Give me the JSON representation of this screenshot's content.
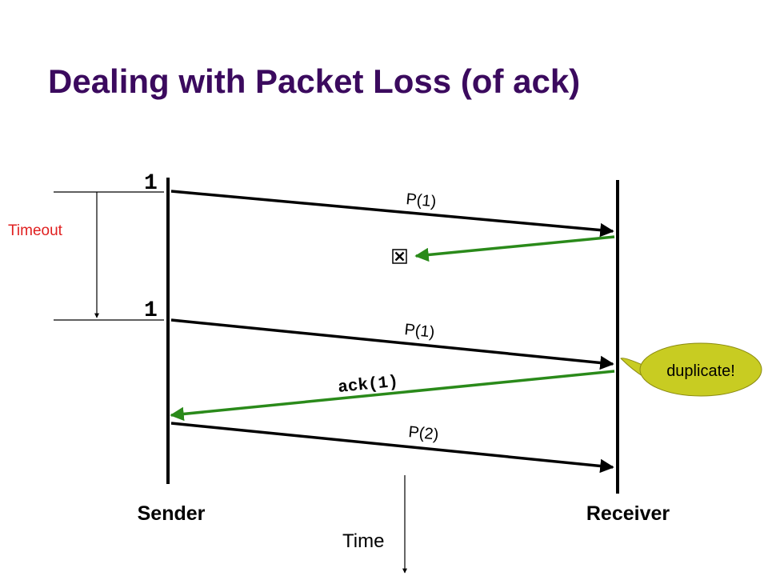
{
  "title": "Dealing with Packet Loss (of ack)",
  "sender": {
    "label": "Sender"
  },
  "receiver": {
    "label": "Receiver"
  },
  "time_label": "Time",
  "timeout_label": "Timeout",
  "sequence_marks": [
    "1",
    "1"
  ],
  "messages": [
    {
      "label": "P(1)",
      "direction": "sender-to-receiver",
      "lost": false
    },
    {
      "label": "",
      "direction": "receiver-to-sender",
      "lost": true
    },
    {
      "label": "P(1)",
      "direction": "sender-to-receiver",
      "lost": false
    },
    {
      "label": "ack(1)",
      "direction": "receiver-to-sender",
      "lost": false
    },
    {
      "label": "P(2)",
      "direction": "sender-to-receiver",
      "lost": false
    }
  ],
  "callout": {
    "text": "duplicate!"
  },
  "colors": {
    "title": "#3b0a5e",
    "packet": "#000000",
    "ack": "#2a8a1a",
    "timeout": "#e02020",
    "callout_fill": "#c8cc22"
  }
}
